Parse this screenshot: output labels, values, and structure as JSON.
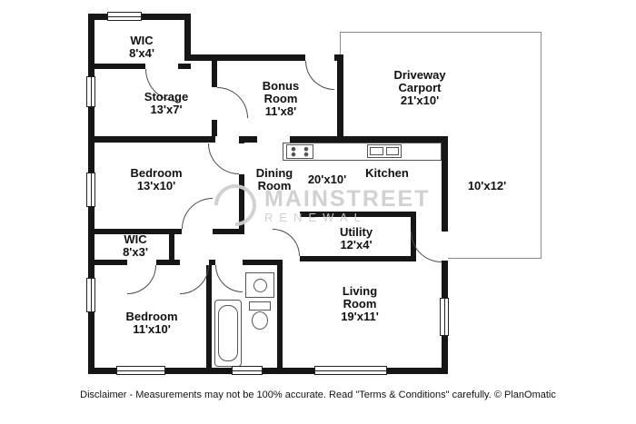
{
  "colors": {
    "background": "#ffffff",
    "wall": "#161616",
    "text": "#111111",
    "watermark": "#cfcfcf",
    "thin_line": "#8a8a8a"
  },
  "watermark": {
    "line1": "MAINSTREET",
    "line2": "RENEWAL"
  },
  "labels": [
    {
      "room": "wic-upper",
      "lines": [
        "WIC",
        "8'x4'"
      ]
    },
    {
      "room": "storage",
      "lines": [
        "Storage",
        "13'x7'"
      ]
    },
    {
      "room": "bonus-room",
      "lines": [
        "Bonus",
        "Room",
        "11'x8'"
      ]
    },
    {
      "room": "driveway-carport",
      "lines": [
        "Driveway",
        "Carport",
        "21'x10'"
      ]
    },
    {
      "room": "bedroom-1",
      "lines": [
        "Bedroom",
        "13'x10'"
      ]
    },
    {
      "room": "dining-room",
      "lines": [
        "Dining",
        "Room"
      ]
    },
    {
      "room": "dining-kitchen-dims",
      "lines": [
        "20'x10'"
      ]
    },
    {
      "room": "kitchen",
      "lines": [
        "Kitchen"
      ]
    },
    {
      "room": "carport-side-dims",
      "lines": [
        "10'x12'"
      ]
    },
    {
      "room": "utility",
      "lines": [
        "Utility",
        "12'x4'"
      ]
    },
    {
      "room": "wic-lower",
      "lines": [
        "WIC",
        "8'x3'"
      ]
    },
    {
      "room": "bedroom-2",
      "lines": [
        "Bedroom",
        "11'x10'"
      ]
    },
    {
      "room": "living-room",
      "lines": [
        "Living",
        "Room",
        "19'x11'"
      ]
    }
  ],
  "footer": {
    "disclaimer": "Disclaimer - Measurements may not be 100% accurate. Read \"Terms & Conditions\" carefully. © PlanOmatic"
  }
}
